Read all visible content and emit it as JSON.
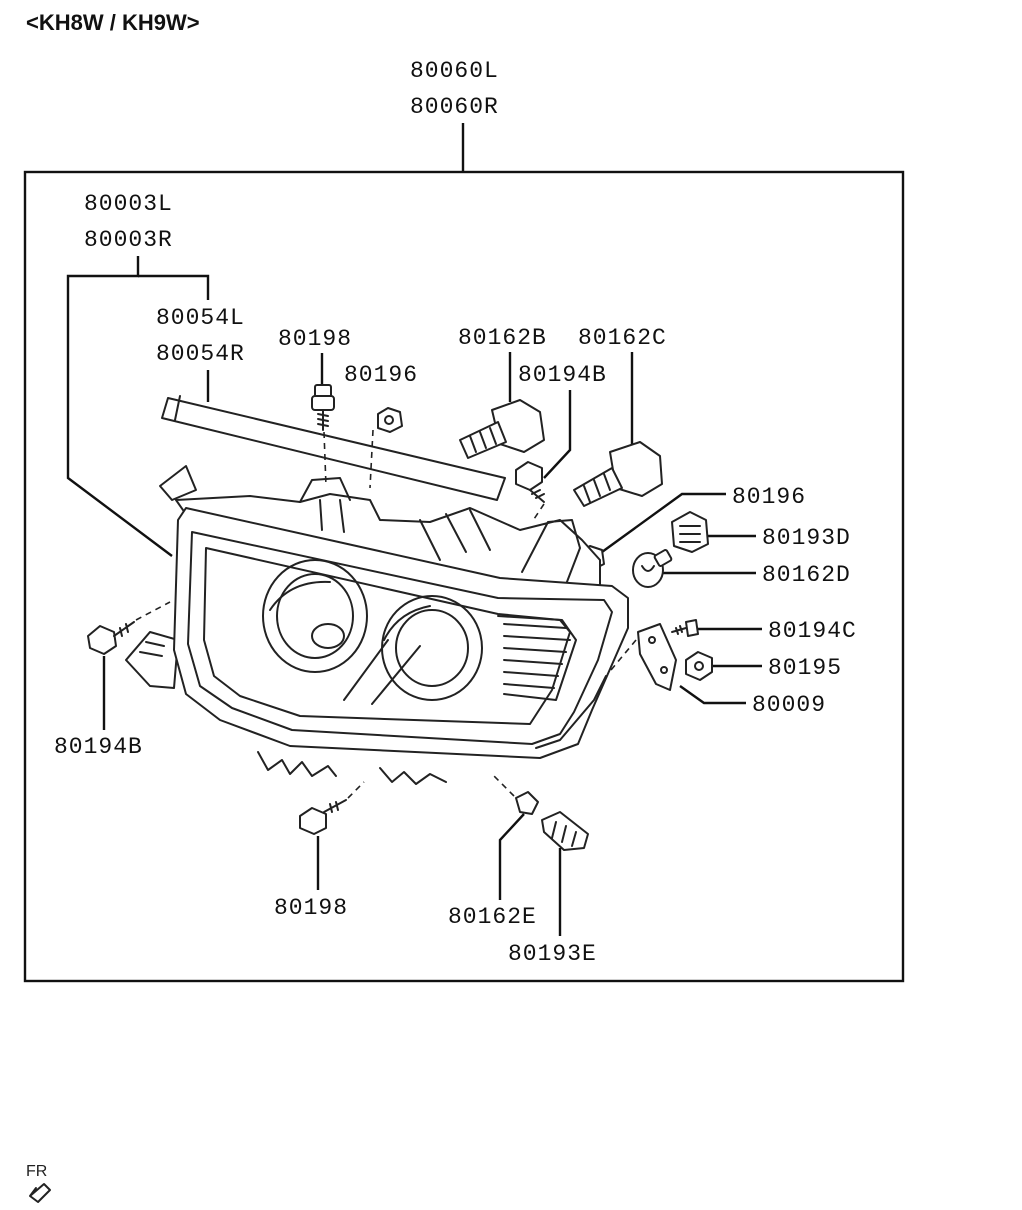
{
  "header": "<KH8W / KH9W>",
  "fr_marker": "FR",
  "labels": {
    "assembly_l": "80060L",
    "assembly_r": "80060R",
    "unit_l": "80003L",
    "unit_r": "80003R",
    "seal_l": "80054L",
    "seal_r": "80054R",
    "screw_80198_top": "80198",
    "nut_80196_top": "80196",
    "bulb_80162b": "80162B",
    "bulb_80162c": "80162C",
    "screw_80194b_top": "80194B",
    "nut_80196_right": "80196",
    "socket_80193d": "80193D",
    "bulb_80162d": "80162D",
    "screw_80194c": "80194C",
    "nut_80195": "80195",
    "bracket_80009": "80009",
    "screw_80194b_left": "80194B",
    "screw_80198_bottom": "80198",
    "bulb_80162e": "80162E",
    "socket_80193e": "80193E"
  }
}
